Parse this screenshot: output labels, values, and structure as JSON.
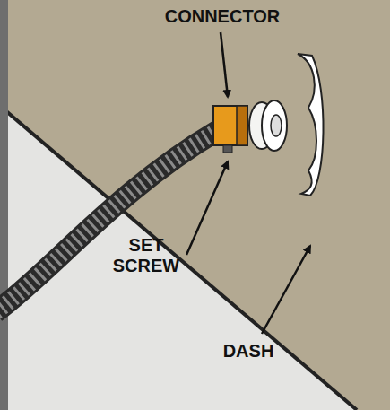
{
  "diagram": {
    "labels": [
      "CONNECTOR",
      "SET SCREW",
      "DASH"
    ]
  }
}
